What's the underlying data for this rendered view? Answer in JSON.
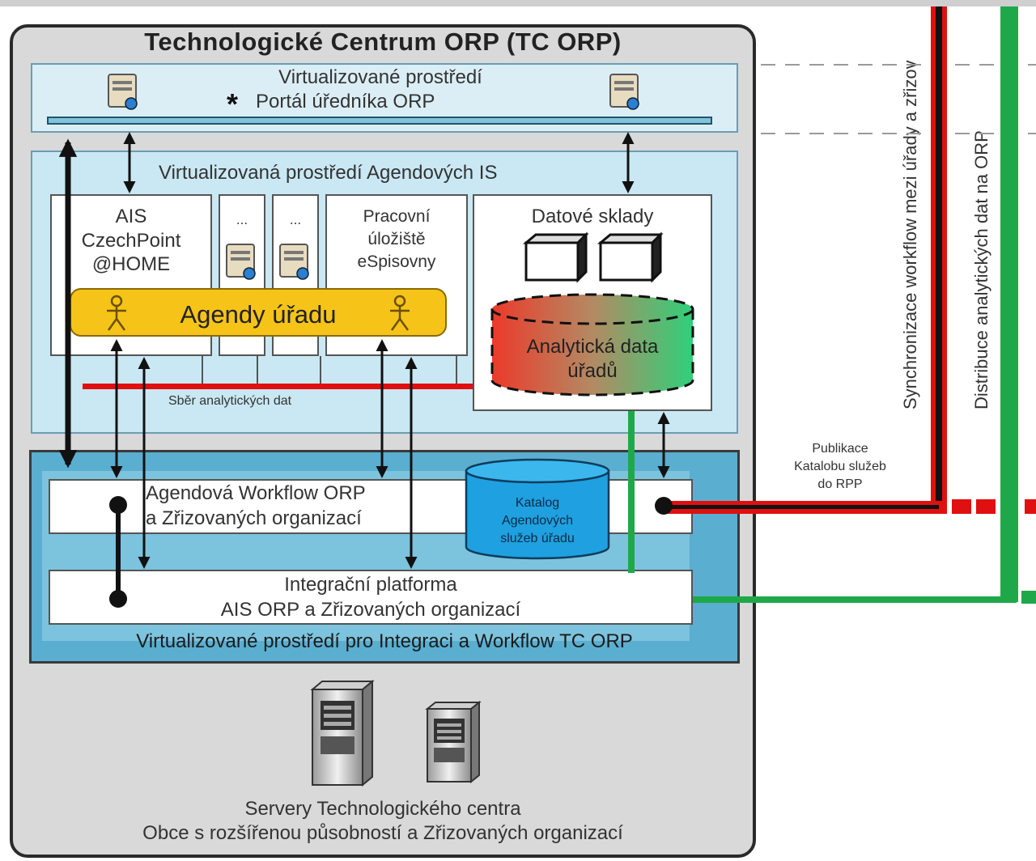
{
  "diagram": {
    "title": "Technologické Centrum ORP (TC ORP)",
    "portal": {
      "line1": "Virtualizované prostředí",
      "star": "*",
      "line2": "Portál úředníka ORP"
    },
    "agenda_env": {
      "label": "Virtualizovaná prostředí Agendových IS",
      "ais": [
        "AIS",
        "CzechPoint",
        "@HOME"
      ],
      "dots": "...",
      "pracovni": [
        "Pracovní",
        "úložiště",
        "eSpisovny"
      ],
      "agendy": "Agendy úřadu",
      "datove": "Datové sklady",
      "analyticka": [
        "Analytická data",
        "úřadů"
      ],
      "sber": "Sběr analytických dat"
    },
    "integration": {
      "workflow": [
        "Agendová Workflow ORP",
        "a Zřizovaných organizací"
      ],
      "katalog": [
        "Katalog",
        "Agendových",
        "služeb úřadu"
      ],
      "platforma": [
        "Integrační platforma",
        "AIS ORP a Zřizovaných organizací"
      ],
      "env": "Virtualizované prostředí pro Integraci a Workflow TC ORP"
    },
    "servers": [
      "Servery Technologického centra",
      "Obce s rozšířenou působností a Zřizovaných organizací"
    ],
    "publikace": [
      "Publikace",
      "Katalobu služeb",
      "do RPP"
    ],
    "vertical_labels": {
      "sync": "Synchronizace workflow mezi úřady a zřizov",
      "distribuce": "Distribuce analytických dat na ORP"
    },
    "colors": {
      "red": "#e01010",
      "green": "#1fa84a",
      "yellow": "#f6c418",
      "light_blue": "#c9e8f3",
      "mid_blue": "#5aaed0",
      "katalog_blue": "#1fa0e0"
    }
  }
}
